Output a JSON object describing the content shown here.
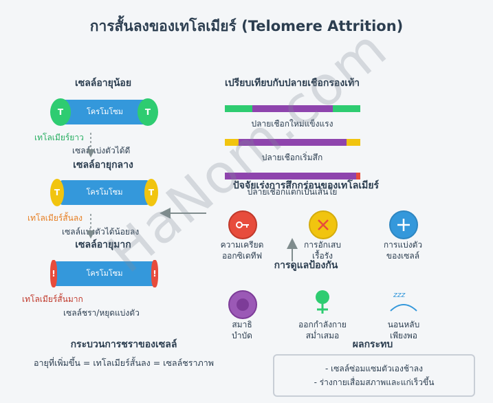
{
  "title": "การสั้นลงของเทโลเมียร์ (Telomere Attrition)",
  "left": {
    "young_label": "เซลล์อายุน้อย",
    "chromosome": "โครโมโซม",
    "cap_text": "T",
    "young_telomere": "เทโลเมียร์ยาว",
    "step1": "เซลล์แบ่งตัวได้ดี",
    "mid_label": "เซลล์อายุกลาง",
    "mid_telomere": "เทโลเมียร์สั้นลง",
    "step2": "เซลล์แบ่งตัวได้น้อยลง",
    "old_label": "เซลล์อายุมาก",
    "old_cap_text": "!",
    "old_telomere": "เทโลเมียร์สั้นมาก",
    "step3": "เซลล์ชรา/หยุดแบ่งตัว",
    "process_title": "กระบวนการชราของเซลล์",
    "equation": "อายุที่เพิ่มขึ้น = เทโลเมียร์สั้นลง = เซลล์ชราภาพ"
  },
  "compare": {
    "title": "เปรียบเทียบกับปลายเชือกรองเท้า",
    "new_rope": "ปลายเชือกใหม่แข็งแรง",
    "worn_rope": "ปลายเชือกเริ่มสึก",
    "broken_rope": "ปลายเชือกแตกเป็นเส้นใย"
  },
  "factors": {
    "title": "ปัจจัยเร่งการสึกกร่อนของเทโลเมียร์",
    "items": [
      {
        "label1": "ความเครียด",
        "label2": "ออกซิเดทีฟ",
        "icon": "key-icon",
        "color": "#e74c3c"
      },
      {
        "label1": "การอักเสบ",
        "label2": "เรื้อรัง",
        "icon": "cross-icon",
        "color": "#f1c40f"
      },
      {
        "label1": "การแบ่งตัว",
        "label2": "ของเซลล์",
        "icon": "plus-icon",
        "color": "#3498db"
      }
    ]
  },
  "care": {
    "title": "การดูแลป้องกัน",
    "items": [
      {
        "label1": "สมาธิ",
        "label2": "บำบัด",
        "icon": "meditation-icon"
      },
      {
        "label1": "ออกกำลังกาย",
        "label2": "สม่ำเสมอ",
        "icon": "exercise-icon"
      },
      {
        "label1": "นอนหลับ",
        "label2": "เพียงพอ",
        "icon": "sleep-icon",
        "zz": "zzz"
      }
    ]
  },
  "effects": {
    "title": "ผลกระทบ",
    "line1": "- เซลล์ซ่อมแซมตัวเองช้าลง",
    "line2": "- ร่างกายเสื่อมสภาพและแก่เร็วขึ้น"
  },
  "watermark": "HaNom.com",
  "colors": {
    "blue": "#3498db",
    "green": "#2ecc71",
    "yellow": "#f1c40f",
    "red": "#e74c3c",
    "purple": "#8e44ad",
    "text": "#2c3e50"
  }
}
